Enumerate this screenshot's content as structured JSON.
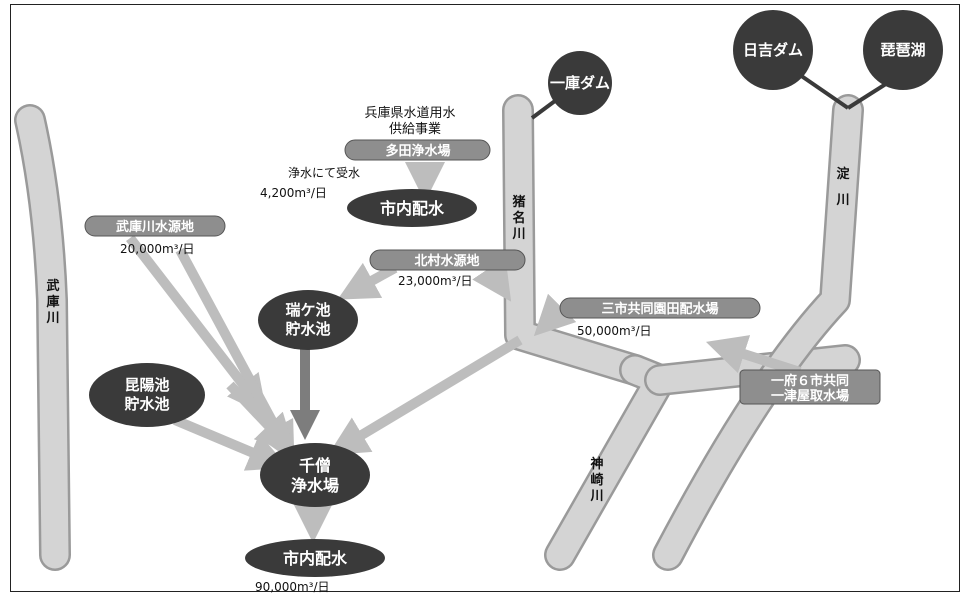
{
  "rivers": {
    "mukogawa": "武庫川",
    "inagawa": "猪名川",
    "kanzakigawa": "神崎川",
    "yodogawa": "淀川"
  },
  "dams": {
    "hitokura": "一庫ダム",
    "hiyoshi": "日吉ダム",
    "biwako": "琵琶湖"
  },
  "hyogo_supply": {
    "line1": "兵庫県水道用水",
    "line2": "供給事業"
  },
  "tada_plant": "多田浄水場",
  "tada_note": "浄水にて受水",
  "tada_volume": "4,200m³/日",
  "city_dist_top": "市内配水",
  "mukogawa_source": {
    "label": "武庫川水源地",
    "volume": "20,000m³/日"
  },
  "kitamura_source": {
    "label": "北村水源地",
    "volume": "23,000m³/日"
  },
  "zuigaike": {
    "line1": "瑞ケ池",
    "line2": "貯水池"
  },
  "konyoike": {
    "line1": "昆陽池",
    "line2": "貯水池"
  },
  "sanshi_sonoda": {
    "label": "三市共同園田配水場",
    "volume": "50,000m³/日"
  },
  "ichifu_intake": {
    "line1": "一府６市共同",
    "line2": "一津屋取水場"
  },
  "senzo_plant": {
    "line1": "千僧",
    "line2": "浄水場"
  },
  "city_dist_bottom": {
    "label": "市内配水",
    "volume": "90,000m³/日"
  },
  "colors": {
    "dark_node": "#3a3a3a",
    "gray_label": "#8e8e8e",
    "river": "#c9c9c9",
    "arrow": "#bdbdbd"
  }
}
